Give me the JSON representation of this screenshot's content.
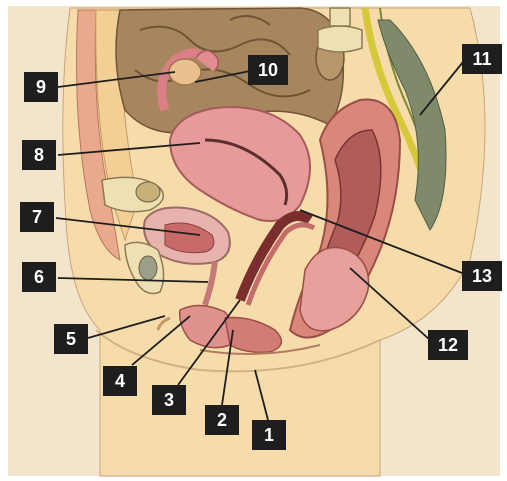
{
  "colors": {
    "background": "#f3e4cc",
    "skin": "#f6dcaa",
    "intestine": "#a7865f",
    "uterus": "#e79a9a",
    "bone": "#efe0b4",
    "label_bg": "#1e1e1e",
    "label_text": "#ffffff"
  },
  "labels": [
    {
      "id": "1",
      "text": "1"
    },
    {
      "id": "2",
      "text": "2"
    },
    {
      "id": "3",
      "text": "3"
    },
    {
      "id": "4",
      "text": "4"
    },
    {
      "id": "5",
      "text": "5"
    },
    {
      "id": "6",
      "text": "6"
    },
    {
      "id": "7",
      "text": "7"
    },
    {
      "id": "8",
      "text": "8"
    },
    {
      "id": "9",
      "text": "9"
    },
    {
      "id": "10",
      "text": "10"
    },
    {
      "id": "11",
      "text": "11"
    },
    {
      "id": "12",
      "text": "12"
    },
    {
      "id": "13",
      "text": "13"
    }
  ]
}
